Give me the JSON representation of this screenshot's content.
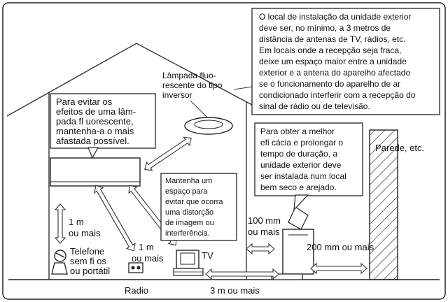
{
  "notes": {
    "outdoor_unit": [
      "O local de instalação da unidade exterior",
      "deve ser, no mínimo, a 3 metros de",
      "distância de antenas de TV, rádios, etc.",
      "Em locais onde a recepção seja fraca,",
      "deixe um espaço maior entre a unidade",
      "exterior e a antena do aparelho afectado",
      "se o funcionamento do aparelho de ar",
      "condicionado interferir com a recepção do",
      "sinal de rádio ou de televisão."
    ],
    "fluorescent_warning": [
      "Para evitar os",
      "efeitos de uma lâm-",
      "pada fl uorescente,",
      "mantenha-a o mais",
      "afastada possível."
    ],
    "distortion_warning": [
      "Mantenha um",
      "espaço para",
      "evitar que ocorra",
      "uma distorção",
      "de imagem ou",
      "interferência."
    ],
    "efficiency_note": [
      "Para obter a melhor",
      "efi cácia e prolongar o",
      "tempo de duração, a",
      "unidade exterior deve",
      "ser instalada num local",
      "bem seco e arejado."
    ]
  },
  "labels": {
    "lamp": [
      "Lâmpada fluo-",
      "rescente do tipo",
      "inversor"
    ],
    "wall": "Parede, etc.",
    "one_m_a": [
      "1 m",
      "ou mais"
    ],
    "one_m_b": [
      "1 m",
      "ou mais"
    ],
    "phone": [
      "Telefone",
      "sem fi os",
      "ou portátil"
    ],
    "tv": "TV",
    "radio": "Radio",
    "hundred_mm": [
      "100 mm",
      "ou mais"
    ],
    "two_hundred_mm": "200 mm ou mais",
    "three_m": "3 m ou mais"
  }
}
